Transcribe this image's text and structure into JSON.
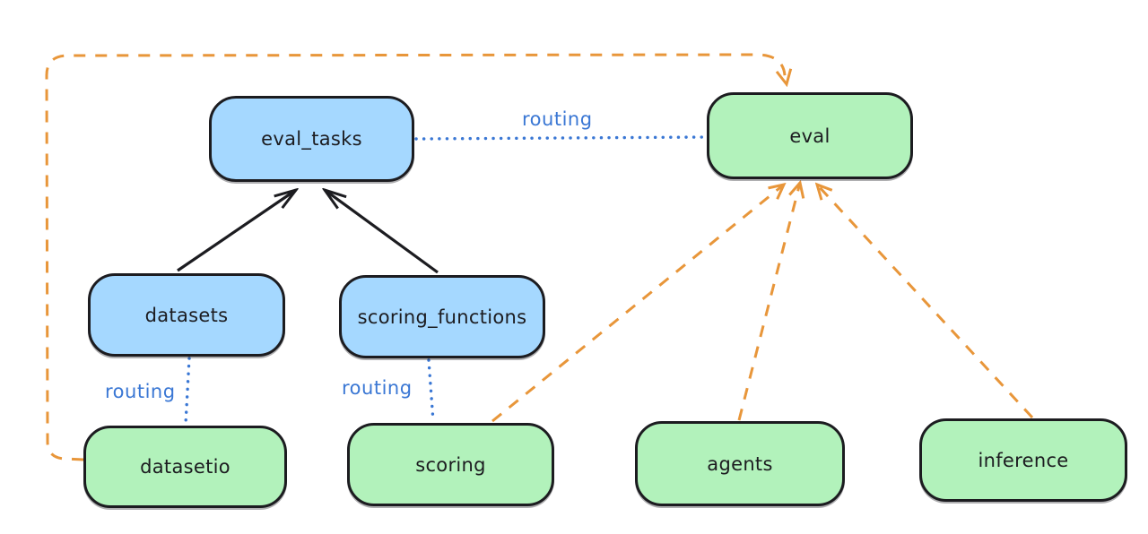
{
  "diagram": {
    "background": "#ffffff",
    "colors": {
      "ink": "#1c1c20",
      "blue_fill": "#a5d8ff",
      "green_fill": "#b2f2bb",
      "routing_blue": "#3a77d4",
      "orange": "#e8963a"
    },
    "nodes": [
      {
        "id": "eval_tasks",
        "label": "eval_tasks",
        "color": "blue"
      },
      {
        "id": "eval",
        "label": "eval",
        "color": "green"
      },
      {
        "id": "datasets",
        "label": "datasets",
        "color": "blue"
      },
      {
        "id": "scoring_functions",
        "label": "scoring_functions",
        "color": "blue"
      },
      {
        "id": "datasetio",
        "label": "datasetio",
        "color": "green"
      },
      {
        "id": "scoring",
        "label": "scoring",
        "color": "green"
      },
      {
        "id": "agents",
        "label": "agents",
        "color": "green"
      },
      {
        "id": "inference",
        "label": "inference",
        "color": "green"
      }
    ],
    "edges": [
      {
        "from": "datasets",
        "to": "eval_tasks",
        "style": "solid",
        "color": "ink",
        "arrow": true
      },
      {
        "from": "scoring_functions",
        "to": "eval_tasks",
        "style": "solid",
        "color": "ink",
        "arrow": true
      },
      {
        "from": "eval_tasks",
        "to": "eval",
        "style": "dotted",
        "color": "routing_blue",
        "arrow": false,
        "label": "routing"
      },
      {
        "from": "datasets",
        "to": "datasetio",
        "style": "dotted",
        "color": "routing_blue",
        "arrow": false,
        "label": "routing"
      },
      {
        "from": "scoring_functions",
        "to": "scoring",
        "style": "dotted",
        "color": "routing_blue",
        "arrow": false,
        "label": "routing"
      },
      {
        "from": "datasetio",
        "to": "eval",
        "style": "dashed",
        "color": "orange",
        "arrow": true
      },
      {
        "from": "scoring",
        "to": "eval",
        "style": "dashed",
        "color": "orange",
        "arrow": true
      },
      {
        "from": "agents",
        "to": "eval",
        "style": "dashed",
        "color": "orange",
        "arrow": true
      },
      {
        "from": "inference",
        "to": "eval",
        "style": "dashed",
        "color": "orange",
        "arrow": true
      }
    ]
  }
}
